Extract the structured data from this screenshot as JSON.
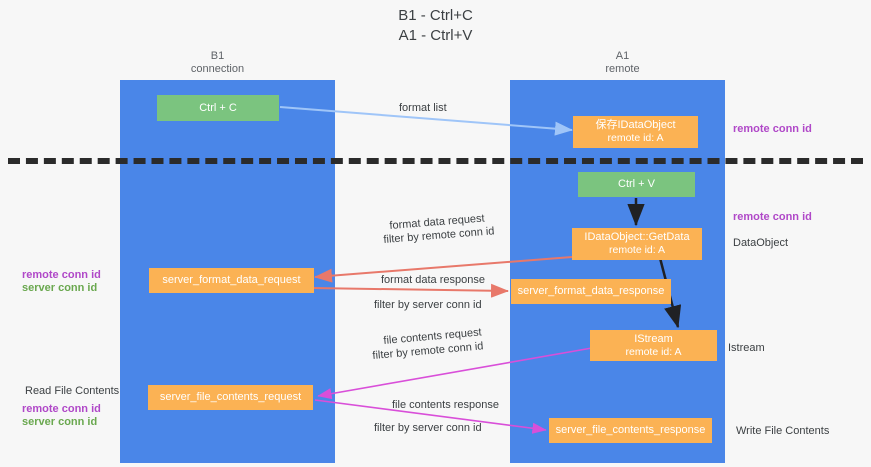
{
  "title": {
    "line1": "B1 - Ctrl+C",
    "line2": "A1 - Ctrl+V"
  },
  "lanes": [
    {
      "id": "b1",
      "name": "B1",
      "role": "connection",
      "color": "#4a86e8"
    },
    {
      "id": "a1",
      "name": "A1",
      "role": "remote",
      "color": "#4a86e8"
    }
  ],
  "colors": {
    "lane": "#4a86e8",
    "green_box": "#7bc47f",
    "orange_box": "#fbb254",
    "purple_text": "#b048c8",
    "green_text": "#6aa84f",
    "magenta_text": "#c13ec1",
    "arrow_blue": "#9fc5f8",
    "arrow_red": "#e8786a",
    "arrow_magenta": "#d94fd9",
    "arrow_black": "#202124",
    "divider": "#2b2b2b",
    "background": "#f7f7f7"
  },
  "nodes": [
    {
      "id": "ctrl-c",
      "label": "Ctrl + C",
      "sub": "",
      "lane": "b1",
      "kind": "green"
    },
    {
      "id": "save-idataobject",
      "label": "保存IDataObject",
      "sub": "remote id: A",
      "lane": "a1",
      "kind": "orange"
    },
    {
      "id": "ctrl-v",
      "label": "Ctrl + V",
      "sub": "",
      "lane": "a1",
      "kind": "green"
    },
    {
      "id": "idataobject-getdata",
      "label": "IDataObject::GetData",
      "sub": "remote id: A",
      "lane": "a1",
      "kind": "orange"
    },
    {
      "id": "server-format-data-request",
      "label": "server_format_data_request",
      "sub": "",
      "lane": "b1",
      "kind": "orange"
    },
    {
      "id": "server-format-data-response",
      "label": "server_format_data_response",
      "sub": "",
      "lane": "a1",
      "kind": "orange"
    },
    {
      "id": "istream",
      "label": "IStream",
      "sub": "remote id: A",
      "lane": "a1",
      "kind": "orange"
    },
    {
      "id": "server-file-contents-request",
      "label": "server_file_contents_request",
      "sub": "",
      "lane": "b1",
      "kind": "orange"
    },
    {
      "id": "server-file-contents-response",
      "label": "server_file_contents_response",
      "sub": "",
      "lane": "a1",
      "kind": "orange"
    }
  ],
  "edge_labels": {
    "format_list": "format list",
    "format_data_request": "format data request",
    "format_data_request_filter_prefix": "filter by ",
    "format_data_request_filter_key": "remote conn id",
    "format_data_response": "format data response",
    "format_data_response_filter_prefix": "filter by ",
    "format_data_response_filter_key": "server conn id",
    "file_contents_request": "file contents request",
    "file_contents_request_filter_prefix": "filter by ",
    "file_contents_request_filter_key": "remote conn id",
    "file_contents_response": "file contents response",
    "file_contents_response_filter_prefix": "filter by ",
    "file_contents_response_filter_key": "server conn id"
  },
  "right_annotations": [
    {
      "id": "r1",
      "text": "remote conn id",
      "style": "purple"
    },
    {
      "id": "r2",
      "text": "remote conn id",
      "style": "purple"
    },
    {
      "id": "r3",
      "text": "DataObject",
      "style": "plain"
    },
    {
      "id": "r4",
      "text": "Istream",
      "style": "plain"
    },
    {
      "id": "r5",
      "text": "Write File Contents",
      "style": "plain"
    }
  ],
  "left_annotations": [
    {
      "id": "l1",
      "text": "remote conn id",
      "style": "purple"
    },
    {
      "id": "l2",
      "text": "server conn id",
      "style": "green"
    },
    {
      "id": "l3",
      "text": "Read File Contents",
      "style": "plain"
    },
    {
      "id": "l4",
      "text": "remote conn id",
      "style": "purple"
    },
    {
      "id": "l5",
      "text": "server conn id",
      "style": "green"
    }
  ]
}
